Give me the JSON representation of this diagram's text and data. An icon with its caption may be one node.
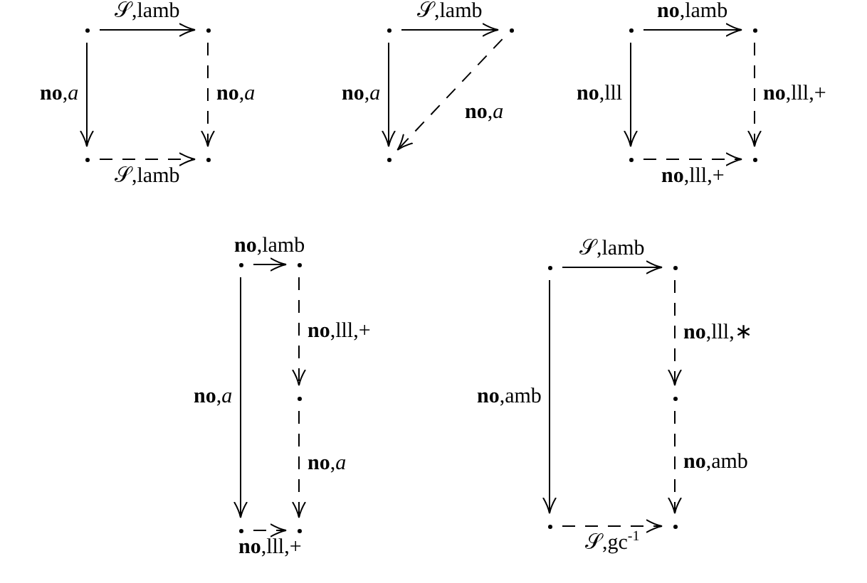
{
  "diagram": {
    "nodes": [
      {
        "text": [],
        "shape": "dot"
      },
      {
        "text": [],
        "shape": "dot"
      },
      {
        "text": [],
        "shape": "dot"
      },
      {
        "text": [],
        "shape": "dot"
      },
      {
        "text": [],
        "shape": "dot"
      },
      {
        "text": [],
        "shape": "dot"
      },
      {
        "text": [],
        "shape": "dot"
      },
      {
        "text": [],
        "shape": "dot"
      },
      {
        "text": [],
        "shape": "dot"
      },
      {
        "text": [],
        "shape": "dot"
      },
      {
        "text": [],
        "shape": "dot"
      },
      {
        "text": [],
        "shape": "dot"
      },
      {
        "text": [],
        "shape": "dot"
      },
      {
        "text": [],
        "shape": "dot"
      },
      {
        "text": [],
        "shape": "dot"
      },
      {
        "text": [],
        "shape": "dot"
      },
      {
        "text": [],
        "shape": "dot"
      },
      {
        "text": [],
        "shape": "dot"
      },
      {
        "text": [],
        "shape": "dot"
      },
      {
        "text": [],
        "shape": "dot"
      },
      {
        "text": [],
        "shape": "dot"
      }
    ],
    "edges": [
      {
        "from": 0,
        "to": 1,
        "arrow": "to",
        "label": "𝒮,lamb"
      },
      {
        "from": 0,
        "to": 2,
        "arrow": "to",
        "label": "**no**,*a*"
      },
      {
        "from": 1,
        "to": 3,
        "arrow": "to",
        "label": "**no**,*a*",
        "style": "dashed"
      },
      {
        "from": 2,
        "to": 3,
        "arrow": "to",
        "label": "𝒮,lamb",
        "style": "dashed"
      },
      {
        "from": 4,
        "to": 5,
        "arrow": "to",
        "label": "𝒮,lamb"
      },
      {
        "from": 4,
        "to": 6,
        "arrow": "to",
        "label": "**no**,*a*"
      },
      {
        "from": 5,
        "to": 6,
        "arrow": "to",
        "label": "**no**,*a*",
        "style": "dashed"
      },
      {
        "from": 7,
        "to": 8,
        "arrow": "to",
        "label": "**no**,lamb"
      },
      {
        "from": 7,
        "to": 9,
        "arrow": "to",
        "label": "**no**,lll"
      },
      {
        "from": 8,
        "to": 10,
        "arrow": "to",
        "label": "**no**,lll,+",
        "style": "dashed"
      },
      {
        "from": 9,
        "to": 10,
        "arrow": "to",
        "label": "**no**,lll,+",
        "style": "dashed"
      },
      {
        "from": 11,
        "to": 12,
        "arrow": "to",
        "label": "**no**,lamb"
      },
      {
        "from": 11,
        "to": 14,
        "arrow": "to",
        "label": "**no**,*a*"
      },
      {
        "from": 12,
        "to": 13,
        "arrow": "to",
        "label": "**no**,lll,+",
        "style": "dashed"
      },
      {
        "from": 13,
        "to": 15,
        "arrow": "to",
        "label": "**no**,*a*",
        "style": "dashed"
      },
      {
        "from": 14,
        "to": 15,
        "arrow": "to",
        "label": "**no**,lll,+",
        "style": "dashed"
      },
      {
        "from": 16,
        "to": 17,
        "arrow": "to",
        "label": "𝒮,lamb"
      },
      {
        "from": 16,
        "to": 19,
        "arrow": "to",
        "label": "**no**,amb"
      },
      {
        "from": 17,
        "to": 18,
        "arrow": "to",
        "label": "**no**,lll,∗",
        "style": "dashed"
      },
      {
        "from": 18,
        "to": 20,
        "arrow": "to",
        "label": "**no**,amb",
        "style": "dashed"
      },
      {
        "from": 19,
        "to": 20,
        "arrow": "to",
        "label": "𝒮,gc$^{-1}$",
        "style": "dashed"
      }
    ]
  }
}
